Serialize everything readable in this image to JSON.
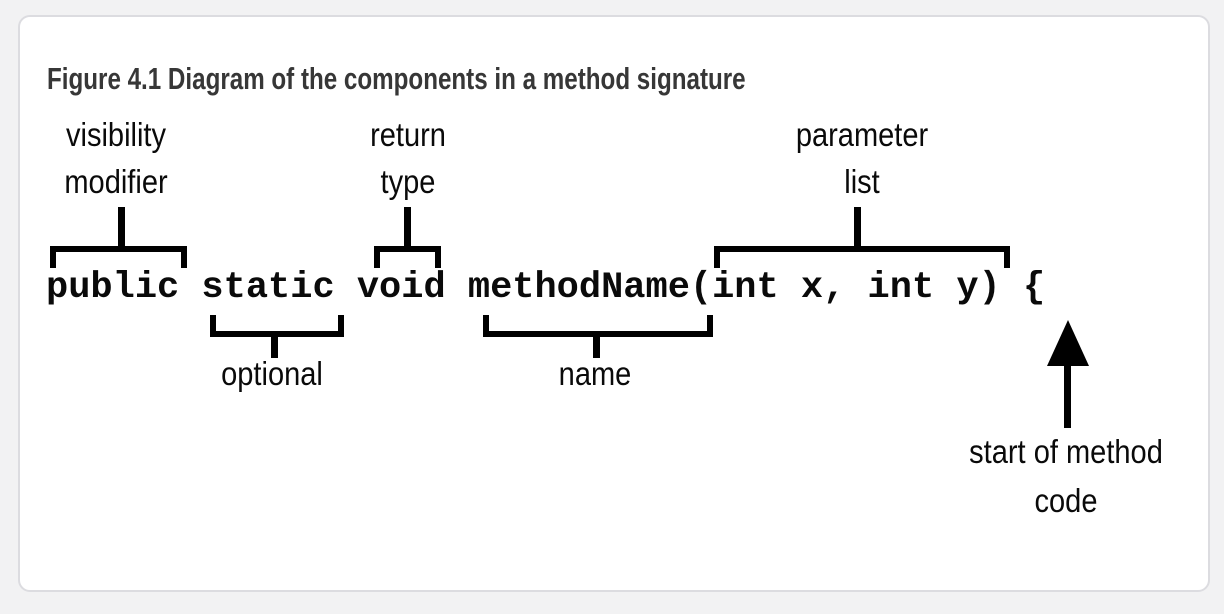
{
  "page": {
    "background": "#f2f2f3"
  },
  "card": {
    "background": "#ffffff",
    "border_color": "#dcdce0"
  },
  "figure": {
    "title": "Figure 4.1 Diagram of the components in a method signature",
    "title_color": "#373737",
    "ink_color": "#000000",
    "code_line": "public static void methodName(int x, int y) {",
    "annotations_above": [
      {
        "line1": "visibility",
        "line2": "modifier",
        "points_to": "public"
      },
      {
        "line1": "return",
        "line2": "type",
        "points_to": "void"
      },
      {
        "line1": "parameter",
        "line2": "list",
        "points_to": "(int x, int y)"
      }
    ],
    "annotations_below": [
      {
        "label": "optional",
        "points_to": "static"
      },
      {
        "label": "name",
        "points_to": "methodName"
      }
    ],
    "arrow_annotation": {
      "line1": "start of method",
      "line2": "code",
      "points_to": "{"
    }
  }
}
